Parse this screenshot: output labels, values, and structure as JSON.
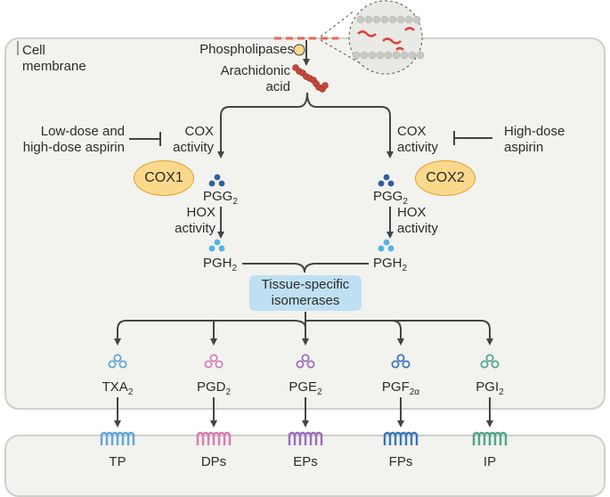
{
  "labels": {
    "cell_membrane": "Cell\nmembrane",
    "phospholipases": "Phospholipases",
    "arachidonic_acid": "Arachidonic\nacid",
    "cox_activity": "COX\nactivity",
    "hox_activity": "HOX\nactivity",
    "low_dose": "Low-dose and\nhigh-dose aspirin",
    "high_dose": "High-dose\naspirin",
    "cox1": "COX1",
    "cox2": "COX2",
    "isomerases_line1": "Tissue-specific",
    "isomerases_line2": "isomerases"
  },
  "intermediates": {
    "pgg_base": "PGG",
    "pgg_sub": "2",
    "pgh_base": "PGH",
    "pgh_sub": "2"
  },
  "products": [
    {
      "base": "TXA",
      "sub": "2",
      "receptor": "TP",
      "color": "#5ea7d8"
    },
    {
      "base": "PGD",
      "sub": "2",
      "receptor": "DPs",
      "color": "#d97bb1"
    },
    {
      "base": "PGE",
      "sub": "2",
      "receptor": "EPs",
      "color": "#9a6bbd"
    },
    {
      "base": "PGF",
      "sub": "2α",
      "receptor": "FPs",
      "color": "#3a75b8"
    },
    {
      "base": "PGI",
      "sub": "2",
      "receptor": "IP",
      "color": "#4fa58b"
    }
  ],
  "colors": {
    "cell_bg": "#f2f2ef",
    "enzyme": "#fbd98c",
    "isomerase_box": "#bfe0f2",
    "arachidonic": "#c9483a",
    "pgg_dots": "#2f5f9e",
    "pgh_dots": "#52b3e0"
  }
}
